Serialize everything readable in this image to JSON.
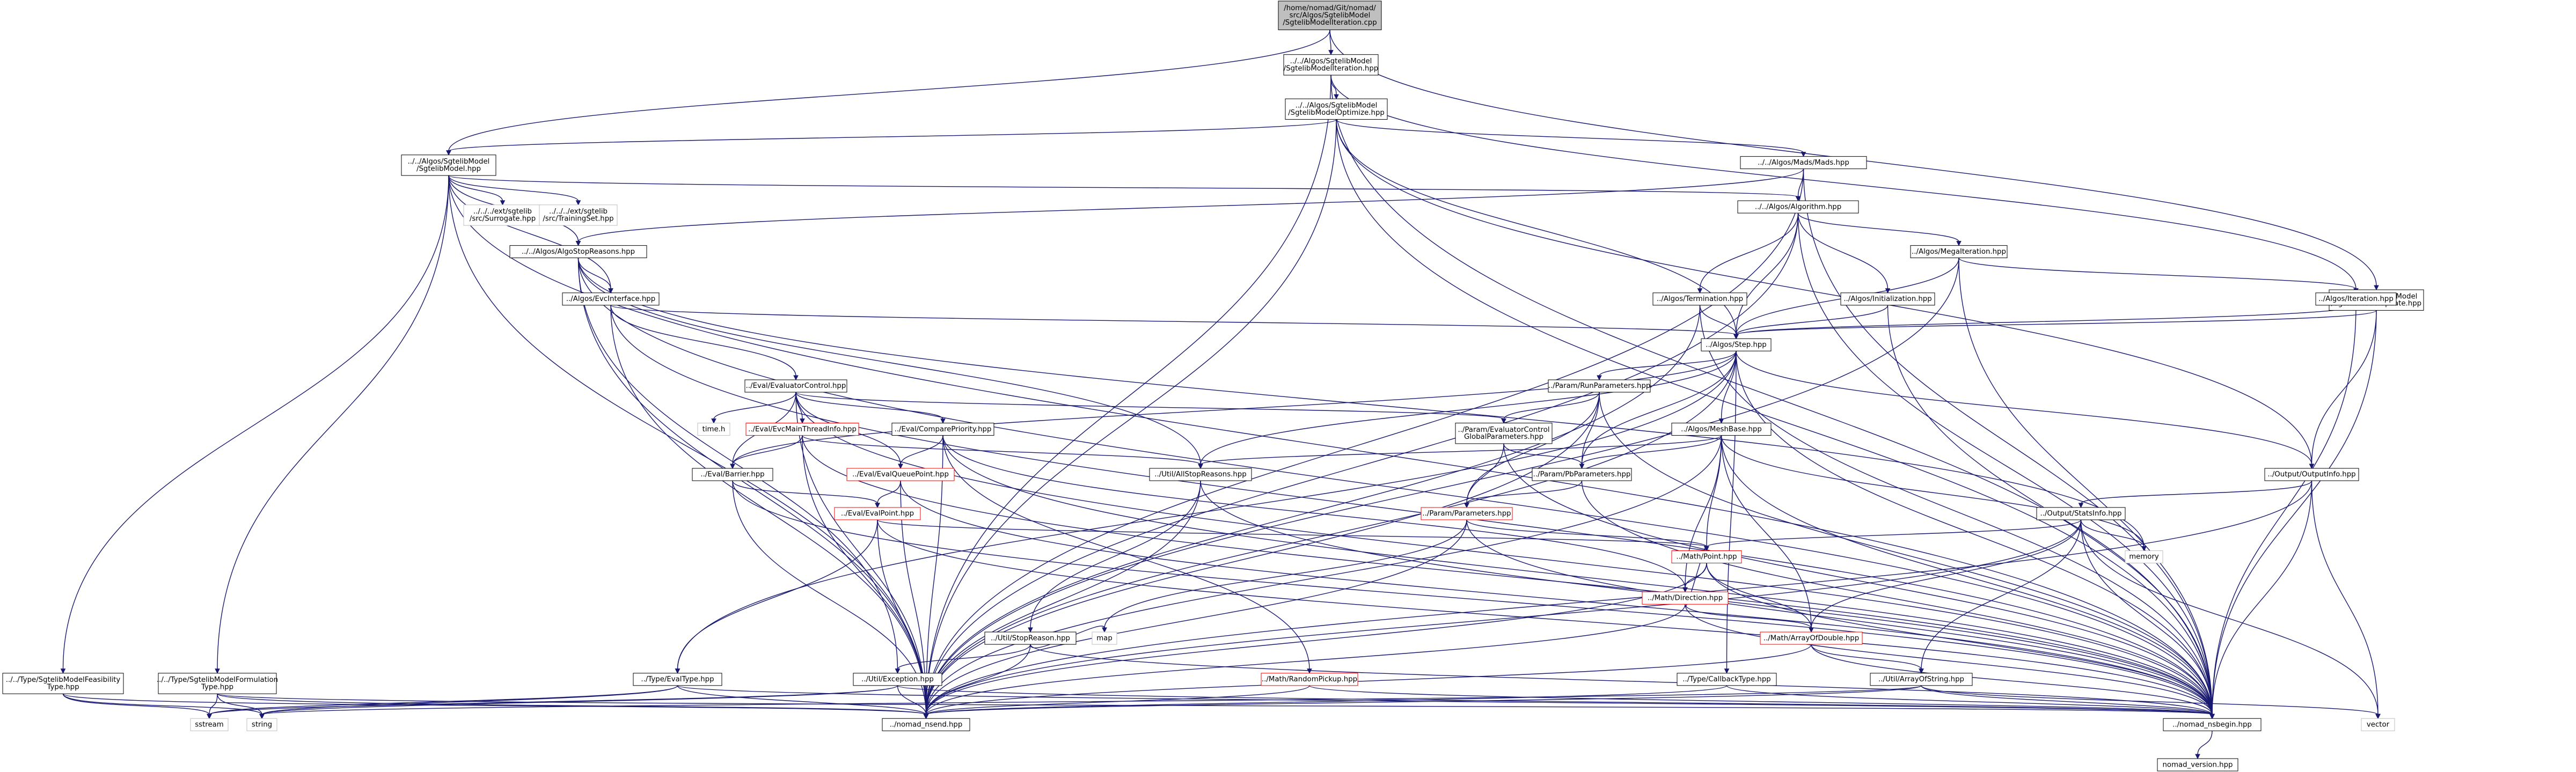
{
  "nodes": [
    {
      "id": "root",
      "lines": [
        "/home/nomad/Git/nomad/",
        "src/Algos/SgtelibModel",
        "/SgtelibModelIteration.cpp"
      ],
      "style": "root"
    },
    {
      "id": "smi_hpp",
      "lines": [
        "../../Algos/SgtelibModel",
        "/SgtelibModelIteration.hpp"
      ],
      "style": "normal"
    },
    {
      "id": "smu_hpp",
      "lines": [
        "../../Algos/SgtelibModel",
        "/SgtelibModelUpdate.hpp"
      ],
      "style": "normal"
    },
    {
      "id": "smo_hpp",
      "lines": [
        "../../Algos/SgtelibModel",
        "/SgtelibModelOptimize.hpp"
      ],
      "style": "normal"
    },
    {
      "id": "sm_hpp",
      "lines": [
        "../../Algos/SgtelibModel",
        "/SgtelibModel.hpp"
      ],
      "style": "normal"
    },
    {
      "id": "mads_hpp",
      "lines": [
        "../../Algos/Mads/Mads.hpp"
      ],
      "style": "normal"
    },
    {
      "id": "iteration_hpp",
      "lines": [
        "../Algos/Iteration.hpp"
      ],
      "style": "normal"
    },
    {
      "id": "algorithm_hpp",
      "lines": [
        "../../Algos/Algorithm.hpp"
      ],
      "style": "normal"
    },
    {
      "id": "megaiteration_hpp",
      "lines": [
        "../Algos/MegaIteration.hpp"
      ],
      "style": "normal"
    },
    {
      "id": "surrogate_hpp",
      "lines": [
        "../../../ext/sgtelib",
        "/src/Surrogate.hpp"
      ],
      "style": "grey"
    },
    {
      "id": "trainingset_hpp",
      "lines": [
        "../../../ext/sgtelib",
        "/src/TrainingSet.hpp"
      ],
      "style": "grey"
    },
    {
      "id": "algostopreasons_hpp",
      "lines": [
        "../../Algos/AlgoStopReasons.hpp"
      ],
      "style": "normal"
    },
    {
      "id": "termination_hpp",
      "lines": [
        "../Algos/Termination.hpp"
      ],
      "style": "normal"
    },
    {
      "id": "initialization_hpp",
      "lines": [
        "../Algos/Initialization.hpp"
      ],
      "style": "normal"
    },
    {
      "id": "evcinterface_hpp",
      "lines": [
        "../Algos/EvcInterface.hpp"
      ],
      "style": "normal"
    },
    {
      "id": "step_hpp",
      "lines": [
        "../Algos/Step.hpp"
      ],
      "style": "normal"
    },
    {
      "id": "evaluatorcontrol_hpp",
      "lines": [
        "../Eval/EvaluatorControl.hpp"
      ],
      "style": "normal"
    },
    {
      "id": "runparameters_hpp",
      "lines": [
        "../Param/RunParameters.hpp"
      ],
      "style": "normal"
    },
    {
      "id": "evcmainthreadinfo_hpp",
      "lines": [
        "../Eval/EvcMainThreadInfo.hpp"
      ],
      "style": "red"
    },
    {
      "id": "timeh",
      "lines": [
        "time.h"
      ],
      "style": "grey"
    },
    {
      "id": "comparepriority_hpp",
      "lines": [
        "../Eval/ComparePriority.hpp"
      ],
      "style": "normal"
    },
    {
      "id": "evaluatorcontrolglobal_hpp",
      "lines": [
        "../Param/EvaluatorControl",
        "GlobalParameters.hpp"
      ],
      "style": "normal"
    },
    {
      "id": "meshbase_hpp",
      "lines": [
        "../Algos/MeshBase.hpp"
      ],
      "style": "normal"
    },
    {
      "id": "barrier_hpp",
      "lines": [
        "../Eval/Barrier.hpp"
      ],
      "style": "normal"
    },
    {
      "id": "evalqueuepoint_hpp",
      "lines": [
        "../Eval/EvalQueuePoint.hpp"
      ],
      "style": "red"
    },
    {
      "id": "allstopreasons_hpp",
      "lines": [
        "../Util/AllStopReasons.hpp"
      ],
      "style": "normal"
    },
    {
      "id": "pbparameters_hpp",
      "lines": [
        "../Param/PbParameters.hpp"
      ],
      "style": "normal"
    },
    {
      "id": "outputinfo_hpp",
      "lines": [
        "../Output/OutputInfo.hpp"
      ],
      "style": "normal"
    },
    {
      "id": "evalpoint_hpp",
      "lines": [
        "../Eval/EvalPoint.hpp"
      ],
      "style": "red"
    },
    {
      "id": "parameters_hpp",
      "lines": [
        "../Param/Parameters.hpp"
      ],
      "style": "red"
    },
    {
      "id": "statsinfo_hpp",
      "lines": [
        "../Output/StatsInfo.hpp"
      ],
      "style": "normal"
    },
    {
      "id": "point_hpp",
      "lines": [
        "../Math/Point.hpp"
      ],
      "style": "red"
    },
    {
      "id": "memory",
      "lines": [
        "memory"
      ],
      "style": "grey"
    },
    {
      "id": "direction_hpp",
      "lines": [
        "../Math/Direction.hpp"
      ],
      "style": "red"
    },
    {
      "id": "stopreason_hpp",
      "lines": [
        "../Util/StopReason.hpp"
      ],
      "style": "normal"
    },
    {
      "id": "map",
      "lines": [
        "map"
      ],
      "style": "grey"
    },
    {
      "id": "arrayofdouble_hpp",
      "lines": [
        "../Math/ArrayOfDouble.hpp"
      ],
      "style": "red"
    },
    {
      "id": "randompickup_hpp",
      "lines": [
        "../Math/RandomPickup.hpp"
      ],
      "style": "red"
    },
    {
      "id": "callbacktype_hpp",
      "lines": [
        "../Type/CallbackType.hpp"
      ],
      "style": "normal"
    },
    {
      "id": "arrayofstring_hpp",
      "lines": [
        "../Util/ArrayOfString.hpp"
      ],
      "style": "normal"
    },
    {
      "id": "feas_hpp",
      "lines": [
        "../../Type/SgtelibModelFeasibility",
        "Type.hpp"
      ],
      "style": "normal"
    },
    {
      "id": "form_hpp",
      "lines": [
        "../../Type/SgtelibModelFormulation",
        "Type.hpp"
      ],
      "style": "normal"
    },
    {
      "id": "evaltype_hpp",
      "lines": [
        "../Type/EvalType.hpp"
      ],
      "style": "normal"
    },
    {
      "id": "exception_hpp",
      "lines": [
        "../Util/Exception.hpp"
      ],
      "style": "normal"
    },
    {
      "id": "sstream",
      "lines": [
        "sstream"
      ],
      "style": "grey"
    },
    {
      "id": "string",
      "lines": [
        "string"
      ],
      "style": "grey"
    },
    {
      "id": "nomad_nsend",
      "lines": [
        "../nomad_nsend.hpp"
      ],
      "style": "normal"
    },
    {
      "id": "nomad_nsbegin",
      "lines": [
        "../nomad_nsbegin.hpp"
      ],
      "style": "normal"
    },
    {
      "id": "vector",
      "lines": [
        "vector"
      ],
      "style": "grey"
    },
    {
      "id": "nomad_version",
      "lines": [
        "nomad_version.hpp"
      ],
      "style": "normal"
    }
  ],
  "edges": [
    [
      "root",
      "smi_hpp"
    ],
    [
      "root",
      "smu_hpp"
    ],
    [
      "root",
      "sm_hpp"
    ],
    [
      "smi_hpp",
      "smo_hpp"
    ],
    [
      "smi_hpp",
      "iteration_hpp"
    ],
    [
      "smi_hpp",
      "nomad_nsbegin"
    ],
    [
      "smi_hpp",
      "nomad_nsend"
    ],
    [
      "smu_hpp",
      "step_hpp"
    ],
    [
      "smu_hpp",
      "outputinfo_hpp"
    ],
    [
      "smu_hpp",
      "nomad_nsbegin"
    ],
    [
      "smo_hpp",
      "sm_hpp"
    ],
    [
      "smo_hpp",
      "mads_hpp"
    ],
    [
      "smo_hpp",
      "step_hpp"
    ],
    [
      "smo_hpp",
      "outputinfo_hpp"
    ],
    [
      "smo_hpp",
      "nomad_nsbegin"
    ],
    [
      "smo_hpp",
      "nomad_nsend"
    ],
    [
      "sm_hpp",
      "algorithm_hpp"
    ],
    [
      "sm_hpp",
      "algostopreasons_hpp"
    ],
    [
      "sm_hpp",
      "evcinterface_hpp"
    ],
    [
      "sm_hpp",
      "surrogate_hpp"
    ],
    [
      "sm_hpp",
      "trainingset_hpp"
    ],
    [
      "sm_hpp",
      "feas_hpp"
    ],
    [
      "sm_hpp",
      "form_hpp"
    ],
    [
      "sm_hpp",
      "nomad_nsend"
    ],
    [
      "sm_hpp",
      "nomad_nsbegin"
    ],
    [
      "mads_hpp",
      "algorithm_hpp"
    ],
    [
      "mads_hpp",
      "algostopreasons_hpp"
    ],
    [
      "mads_hpp",
      "nomad_nsbegin"
    ],
    [
      "mads_hpp",
      "nomad_nsend"
    ],
    [
      "algorithm_hpp",
      "megaiteration_hpp"
    ],
    [
      "algorithm_hpp",
      "termination_hpp"
    ],
    [
      "algorithm_hpp",
      "initialization_hpp"
    ],
    [
      "algorithm_hpp",
      "step_hpp"
    ],
    [
      "algorithm_hpp",
      "nomad_nsbegin"
    ],
    [
      "algorithm_hpp",
      "nomad_nsend"
    ],
    [
      "megaiteration_hpp",
      "iteration_hpp"
    ],
    [
      "megaiteration_hpp",
      "step_hpp"
    ],
    [
      "megaiteration_hpp",
      "nomad_nsbegin"
    ],
    [
      "megaiteration_hpp",
      "nomad_nsend"
    ],
    [
      "iteration_hpp",
      "step_hpp"
    ],
    [
      "iteration_hpp",
      "nomad_nsbegin"
    ],
    [
      "termination_hpp",
      "step_hpp"
    ],
    [
      "termination_hpp",
      "nomad_nsbegin"
    ],
    [
      "termination_hpp",
      "nomad_nsend"
    ],
    [
      "initialization_hpp",
      "step_hpp"
    ],
    [
      "initialization_hpp",
      "nomad_nsbegin"
    ],
    [
      "algostopreasons_hpp",
      "evcinterface_hpp"
    ],
    [
      "algostopreasons_hpp",
      "allstopreasons_hpp"
    ],
    [
      "algostopreasons_hpp",
      "exception_hpp"
    ],
    [
      "algostopreasons_hpp",
      "nomad_nsbegin"
    ],
    [
      "algostopreasons_hpp",
      "nomad_nsend"
    ],
    [
      "algostopreasons_hpp",
      "memory"
    ],
    [
      "evcinterface_hpp",
      "evaluatorcontrol_hpp"
    ],
    [
      "evcinterface_hpp",
      "step_hpp"
    ],
    [
      "evcinterface_hpp",
      "nomad_nsbegin"
    ],
    [
      "evcinterface_hpp",
      "nomad_nsend"
    ],
    [
      "step_hpp",
      "runparameters_hpp"
    ],
    [
      "step_hpp",
      "meshbase_hpp"
    ],
    [
      "step_hpp",
      "barrier_hpp"
    ],
    [
      "step_hpp",
      "allstopreasons_hpp"
    ],
    [
      "step_hpp",
      "outputinfo_hpp"
    ],
    [
      "step_hpp",
      "pbparameters_hpp"
    ],
    [
      "step_hpp",
      "evaltype_hpp"
    ],
    [
      "step_hpp",
      "callbacktype_hpp"
    ],
    [
      "step_hpp",
      "nomad_nsbegin"
    ],
    [
      "step_hpp",
      "nomad_nsend"
    ],
    [
      "evaluatorcontrol_hpp",
      "evcmainthreadinfo_hpp"
    ],
    [
      "evaluatorcontrol_hpp",
      "timeh"
    ],
    [
      "evaluatorcontrol_hpp",
      "comparepriority_hpp"
    ],
    [
      "evaluatorcontrol_hpp",
      "evaluatorcontrolglobal_hpp"
    ],
    [
      "evaluatorcontrol_hpp",
      "barrier_hpp"
    ],
    [
      "evaluatorcontrol_hpp",
      "evalqueuepoint_hpp"
    ],
    [
      "evaluatorcontrol_hpp",
      "nomad_nsbegin"
    ],
    [
      "evaluatorcontrol_hpp",
      "nomad_nsend"
    ],
    [
      "runparameters_hpp",
      "evaluatorcontrolglobal_hpp"
    ],
    [
      "runparameters_hpp",
      "pbparameters_hpp"
    ],
    [
      "runparameters_hpp",
      "parameters_hpp"
    ],
    [
      "runparameters_hpp",
      "nomad_nsbegin"
    ],
    [
      "runparameters_hpp",
      "nomad_nsend"
    ],
    [
      "evcmainthreadinfo_hpp",
      "barrier_hpp"
    ],
    [
      "evcmainthreadinfo_hpp",
      "allstopreasons_hpp"
    ],
    [
      "evcmainthreadinfo_hpp",
      "nomad_nsend"
    ],
    [
      "evcmainthreadinfo_hpp",
      "nomad_nsbegin"
    ],
    [
      "comparepriority_hpp",
      "evalqueuepoint_hpp"
    ],
    [
      "comparepriority_hpp",
      "randompickup_hpp"
    ],
    [
      "comparepriority_hpp",
      "direction_hpp"
    ],
    [
      "comparepriority_hpp",
      "nomad_nsbegin"
    ],
    [
      "comparepriority_hpp",
      "nomad_nsend"
    ],
    [
      "evaluatorcontrolglobal_hpp",
      "parameters_hpp"
    ],
    [
      "evaluatorcontrolglobal_hpp",
      "pbparameters_hpp"
    ],
    [
      "evaluatorcontrolglobal_hpp",
      "nomad_nsbegin"
    ],
    [
      "meshbase_hpp",
      "pbparameters_hpp"
    ],
    [
      "meshbase_hpp",
      "allstopreasons_hpp"
    ],
    [
      "meshbase_hpp",
      "point_hpp"
    ],
    [
      "meshbase_hpp",
      "direction_hpp"
    ],
    [
      "meshbase_hpp",
      "arrayofdouble_hpp"
    ],
    [
      "meshbase_hpp",
      "memory"
    ],
    [
      "meshbase_hpp",
      "nomad_nsbegin"
    ],
    [
      "meshbase_hpp",
      "nomad_nsend"
    ],
    [
      "barrier_hpp",
      "evalpoint_hpp"
    ],
    [
      "barrier_hpp",
      "nomad_nsbegin"
    ],
    [
      "barrier_hpp",
      "nomad_nsend"
    ],
    [
      "evalqueuepoint_hpp",
      "evalpoint_hpp"
    ],
    [
      "evalqueuepoint_hpp",
      "nomad_nsbegin"
    ],
    [
      "evalqueuepoint_hpp",
      "nomad_nsend"
    ],
    [
      "allstopreasons_hpp",
      "stopreason_hpp"
    ],
    [
      "allstopreasons_hpp",
      "nomad_nsbegin"
    ],
    [
      "allstopreasons_hpp",
      "nomad_nsend"
    ],
    [
      "pbparameters_hpp",
      "parameters_hpp"
    ],
    [
      "pbparameters_hpp",
      "nomad_nsbegin"
    ],
    [
      "outputinfo_hpp",
      "statsinfo_hpp"
    ],
    [
      "outputinfo_hpp",
      "nomad_nsbegin"
    ],
    [
      "outputinfo_hpp",
      "nomad_nsend"
    ],
    [
      "outputinfo_hpp",
      "vector"
    ],
    [
      "evalpoint_hpp",
      "point_hpp"
    ],
    [
      "evalpoint_hpp",
      "evaltype_hpp"
    ],
    [
      "evalpoint_hpp",
      "nomad_nsbegin"
    ],
    [
      "evalpoint_hpp",
      "nomad_nsend"
    ],
    [
      "parameters_hpp",
      "point_hpp"
    ],
    [
      "parameters_hpp",
      "map"
    ],
    [
      "parameters_hpp",
      "nomad_nsbegin"
    ],
    [
      "parameters_hpp",
      "nomad_nsend"
    ],
    [
      "statsinfo_hpp",
      "point_hpp"
    ],
    [
      "statsinfo_hpp",
      "arrayofdouble_hpp"
    ],
    [
      "statsinfo_hpp",
      "arrayofstring_hpp"
    ],
    [
      "statsinfo_hpp",
      "memory"
    ],
    [
      "statsinfo_hpp",
      "nomad_nsbegin"
    ],
    [
      "statsinfo_hpp",
      "nomad_nsend"
    ],
    [
      "statsinfo_hpp",
      "vector"
    ],
    [
      "point_hpp",
      "direction_hpp"
    ],
    [
      "point_hpp",
      "arrayofdouble_hpp"
    ],
    [
      "point_hpp",
      "nomad_nsbegin"
    ],
    [
      "point_hpp",
      "nomad_nsend"
    ],
    [
      "direction_hpp",
      "point_hpp"
    ],
    [
      "direction_hpp",
      "arrayofdouble_hpp"
    ],
    [
      "direction_hpp",
      "nomad_nsbegin"
    ],
    [
      "direction_hpp",
      "nomad_nsend"
    ],
    [
      "stopreason_hpp",
      "exception_hpp"
    ],
    [
      "stopreason_hpp",
      "map"
    ],
    [
      "stopreason_hpp",
      "nomad_nsbegin"
    ],
    [
      "stopreason_hpp",
      "nomad_nsend"
    ],
    [
      "arrayofdouble_hpp",
      "arrayofstring_hpp"
    ],
    [
      "arrayofdouble_hpp",
      "nomad_nsbegin"
    ],
    [
      "arrayofdouble_hpp",
      "nomad_nsend"
    ],
    [
      "randompickup_hpp",
      "nomad_nsbegin"
    ],
    [
      "randompickup_hpp",
      "nomad_nsend"
    ],
    [
      "callbacktype_hpp",
      "nomad_nsbegin"
    ],
    [
      "callbacktype_hpp",
      "nomad_nsend"
    ],
    [
      "arrayofstring_hpp",
      "nomad_nsbegin"
    ],
    [
      "arrayofstring_hpp",
      "nomad_nsend"
    ],
    [
      "arrayofstring_hpp",
      "string"
    ],
    [
      "arrayofstring_hpp",
      "vector"
    ],
    [
      "feas_hpp",
      "sstream"
    ],
    [
      "feas_hpp",
      "string"
    ],
    [
      "feas_hpp",
      "nomad_nsend"
    ],
    [
      "form_hpp",
      "sstream"
    ],
    [
      "form_hpp",
      "string"
    ],
    [
      "form_hpp",
      "nomad_nsend"
    ],
    [
      "form_hpp",
      "nomad_nsbegin"
    ],
    [
      "evaltype_hpp",
      "sstream"
    ],
    [
      "evaltype_hpp",
      "string"
    ],
    [
      "evaltype_hpp",
      "nomad_nsend"
    ],
    [
      "evaltype_hpp",
      "nomad_nsbegin"
    ],
    [
      "exception_hpp",
      "sstream"
    ],
    [
      "exception_hpp",
      "string"
    ],
    [
      "exception_hpp",
      "nomad_nsend"
    ],
    [
      "exception_hpp",
      "nomad_nsbegin"
    ],
    [
      "nomad_nsbegin",
      "nomad_version"
    ]
  ]
}
